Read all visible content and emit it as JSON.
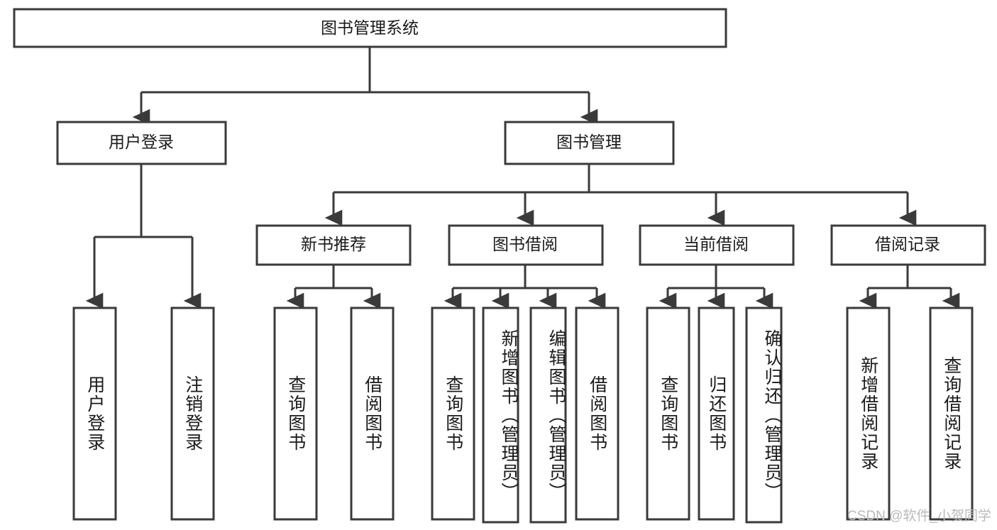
{
  "diagram": {
    "title": "图书管理系统",
    "type": "tree-hierarchy",
    "watermark": "CSDN @软件_小贺同学",
    "root": {
      "id": "root",
      "label": "图书管理系统"
    },
    "level2": [
      {
        "id": "user-login",
        "label": "用户登录"
      },
      {
        "id": "book-management",
        "label": "图书管理"
      }
    ],
    "level3": [
      {
        "id": "new-book-recommend",
        "label": "新书推荐",
        "parent": "book-management"
      },
      {
        "id": "book-borrow",
        "label": "图书借阅",
        "parent": "book-management"
      },
      {
        "id": "current-borrow",
        "label": "当前借阅",
        "parent": "book-management"
      },
      {
        "id": "borrow-record",
        "label": "借阅记录",
        "parent": "book-management"
      }
    ],
    "leaves": [
      {
        "id": "leaf-user-login",
        "label": "用户登录",
        "parent": "user-login"
      },
      {
        "id": "leaf-user-logout",
        "label": "注销登录",
        "parent": "user-login"
      },
      {
        "id": "leaf-query-book-1",
        "label": "查询图书",
        "parent": "new-book-recommend"
      },
      {
        "id": "leaf-borrow-book-1",
        "label": "借阅图书",
        "parent": "new-book-recommend"
      },
      {
        "id": "leaf-query-book-2",
        "label": "查询图书",
        "parent": "book-borrow"
      },
      {
        "id": "leaf-add-book",
        "label": "新增图书（管理员）",
        "parent": "book-borrow"
      },
      {
        "id": "leaf-edit-book",
        "label": "编辑图书（管理员）",
        "parent": "book-borrow"
      },
      {
        "id": "leaf-borrow-book-2",
        "label": "借阅图书",
        "parent": "book-borrow"
      },
      {
        "id": "leaf-query-book-3",
        "label": "查询图书",
        "parent": "current-borrow"
      },
      {
        "id": "leaf-return-book",
        "label": "归还图书",
        "parent": "current-borrow"
      },
      {
        "id": "leaf-confirm-return",
        "label": "确认归还（管理员）",
        "parent": "current-borrow"
      },
      {
        "id": "leaf-add-record",
        "label": "新增借阅记录",
        "parent": "borrow-record"
      },
      {
        "id": "leaf-query-record",
        "label": "查询借阅记录",
        "parent": "borrow-record"
      }
    ],
    "colors": {
      "box_stroke": "#3a3a3a",
      "box_fill": "#ffffff",
      "text": "#1a1a1a",
      "background": "#ffffff",
      "watermark": "#b9b9b9"
    }
  }
}
